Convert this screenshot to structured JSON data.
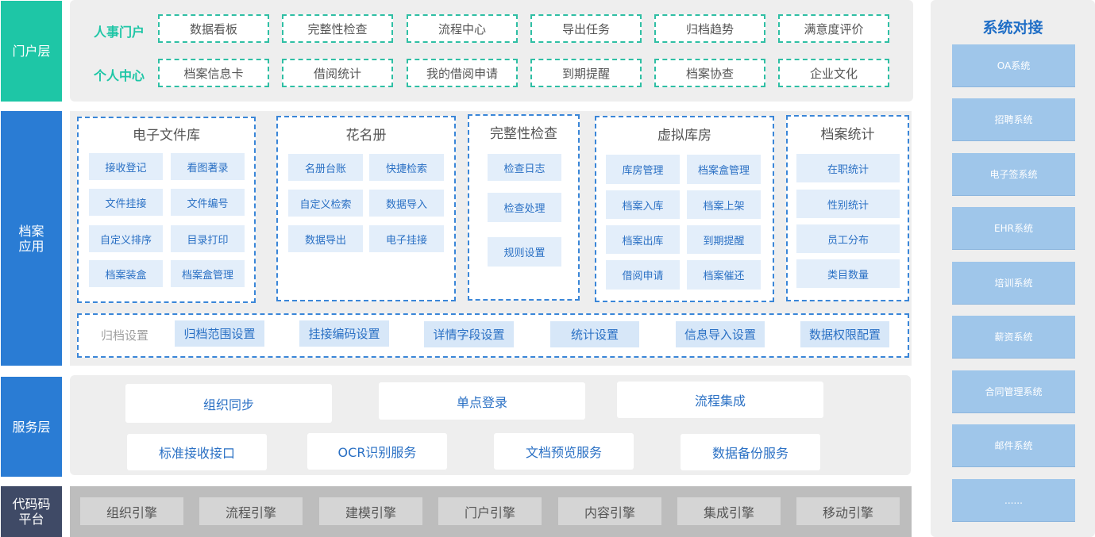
{
  "colors": {
    "portal_layer": "#1ec6a6",
    "app_layer": "#2a7cd4",
    "service_layer": "#2a7cd4",
    "platform_layer": "#3f4a66",
    "accent_blue": "#2a70c4",
    "system_box": "#9fc6ea"
  },
  "layers": {
    "portal": "门户层",
    "app": "档案\n应用",
    "service": "服务层",
    "platform": "代码码\n平台"
  },
  "portal": {
    "rows": [
      {
        "title": "人事门户",
        "items": [
          "数据看板",
          "完整性检查",
          "流程中心",
          "导出任务",
          "归档趋势",
          "满意度评价"
        ]
      },
      {
        "title": "个人中心",
        "items": [
          "档案信息卡",
          "借阅统计",
          "我的借阅申请",
          "到期提醒",
          "档案协查",
          "企业文化"
        ]
      }
    ]
  },
  "modules": [
    {
      "title": "电子文件库",
      "items": [
        "接收登记",
        "看图著录",
        "文件挂接",
        "文件编号",
        "自定义排序",
        "目录打印",
        "档案装盒",
        "档案盒管理"
      ]
    },
    {
      "title": "花名册",
      "items": [
        "名册台账",
        "快捷检索",
        "自定义检索",
        "数据导入",
        "数据导出",
        "电子挂接"
      ]
    },
    {
      "title": "完整性检查",
      "items": [
        "检查日志",
        "检查处理",
        "规则设置"
      ]
    },
    {
      "title": "虚拟库房",
      "items": [
        "库房管理",
        "档案盒管理",
        "档案入库",
        "档案上架",
        "档案出库",
        "到期提醒",
        "借阅申请",
        "档案催还"
      ]
    },
    {
      "title": "档案统计",
      "items": [
        "在职统计",
        "性别统计",
        "员工分布",
        "类目数量"
      ]
    }
  ],
  "settings": {
    "label": "归档设置",
    "items": [
      "归档范围设置",
      "挂接编码设置",
      "详情字段设置",
      "统计设置",
      "信息导入设置",
      "数据权限配置"
    ]
  },
  "services": {
    "row1": [
      "组织同步",
      "单点登录",
      "流程集成"
    ],
    "row2": [
      "标准接收接口",
      "OCR识别服务",
      "文档预览服务",
      "数据备份服务"
    ]
  },
  "engines": [
    "组织引擎",
    "流程引擎",
    "建模引擎",
    "门户引擎",
    "内容引擎",
    "集成引擎",
    "移动引擎"
  ],
  "systems": {
    "title": "系统对接",
    "items": [
      "OA系统",
      "招聘系统",
      "电子签系统",
      "EHR系统",
      "培训系统",
      "薪资系统",
      "合同管理系统",
      "邮件系统",
      "......"
    ]
  }
}
